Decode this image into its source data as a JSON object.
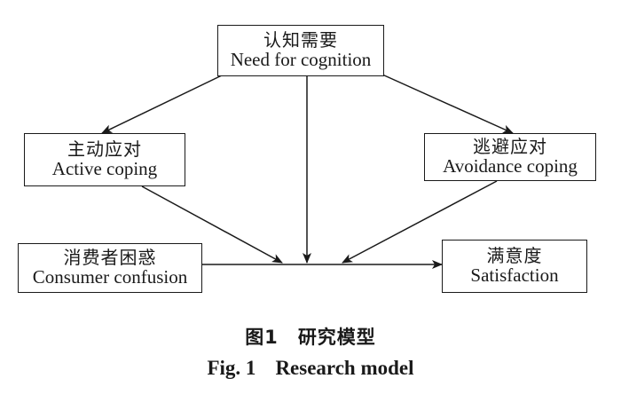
{
  "nodes": {
    "need_for_cognition": {
      "zh": "认知需要",
      "en": "Need for cognition"
    },
    "active_coping": {
      "zh": "主动应对",
      "en": "Active coping"
    },
    "avoidance_coping": {
      "zh": "逃避应对",
      "en": "Avoidance coping"
    },
    "consumer_confusion": {
      "zh": "消费者困惑",
      "en": "Consumer confusion"
    },
    "satisfaction": {
      "zh": "满意度",
      "en": "Satisfaction"
    }
  },
  "edges": [
    {
      "from": "need_for_cognition",
      "to": "active_coping"
    },
    {
      "from": "need_for_cognition",
      "to": "avoidance_coping"
    },
    {
      "from": "need_for_cognition",
      "to": "consumer_confusion->satisfaction"
    },
    {
      "from": "active_coping",
      "to": "consumer_confusion->satisfaction"
    },
    {
      "from": "avoidance_coping",
      "to": "consumer_confusion->satisfaction"
    },
    {
      "from": "consumer_confusion",
      "to": "satisfaction"
    }
  ],
  "caption": {
    "zh_label": "图1",
    "zh_title": "研究模型",
    "en_label": "Fig. 1",
    "en_title": "Research model"
  }
}
